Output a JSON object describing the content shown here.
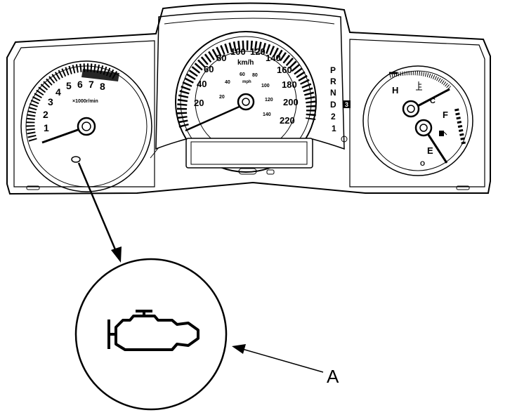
{
  "tachometer": {
    "numbers": [
      "1",
      "2",
      "3",
      "4",
      "5",
      "6",
      "7",
      "8"
    ],
    "unit": "×1000r/min"
  },
  "speedometer": {
    "kmh_numbers": [
      "20",
      "40",
      "60",
      "80",
      "100",
      "120",
      "140",
      "160",
      "180",
      "200",
      "220"
    ],
    "kmh_unit": "km/h",
    "mph_numbers": [
      "20",
      "40",
      "60",
      "80",
      "100",
      "120",
      "140"
    ],
    "mph_unit": "mph"
  },
  "gear_indicator": [
    "P",
    "R",
    "N",
    "D",
    "2",
    "1"
  ],
  "gear_d3_box": "3",
  "temp_gauge": {
    "hot": "H",
    "cold": "C"
  },
  "fuel_gauge": {
    "full": "F",
    "empty": "E"
  },
  "callout_label": "A",
  "icons": {
    "zoom_symbol": "check-engine-icon",
    "temp_symbol": "thermometer-icon",
    "fuel_symbol": "fuel-pump-icon"
  },
  "colors": {
    "line": "#000000",
    "background": "#ffffff"
  }
}
